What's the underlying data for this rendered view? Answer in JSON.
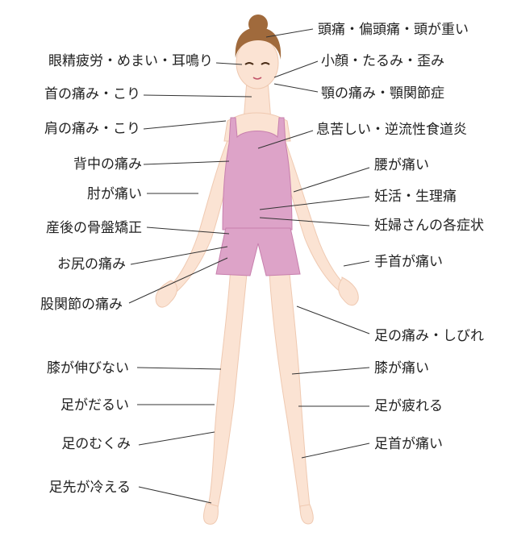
{
  "colors": {
    "skin": "#fbe3d3",
    "skin_shadow": "#efc9b1",
    "outfit": "#dda3c8",
    "outfit_shadow": "#c77fad",
    "hair": "#a06a3c",
    "leader_line": "#333333"
  },
  "labels": {
    "left": [
      "眼精疲労・めまい・耳鳴り",
      "首の痛み・こり",
      "肩の痛み・こり",
      "背中の痛み",
      "肘が痛い",
      "産後の骨盤矯正",
      "お尻の痛み",
      "股関節の痛み",
      "膝が伸びない",
      "足がだるい",
      "足のむくみ",
      "足先が冷える"
    ],
    "right": [
      "頭痛・偏頭痛・頭が重い",
      "小顔・たるみ・歪み",
      "顎の痛み・顎関節症",
      "息苦しい・逆流性食道炎",
      "腰が痛い",
      "妊活・生理痛",
      "妊婦さんの各症状",
      "手首が痛い",
      "足の痛み・しびれ",
      "膝が痛い",
      "足が疲れる",
      "足首が痛い"
    ]
  }
}
